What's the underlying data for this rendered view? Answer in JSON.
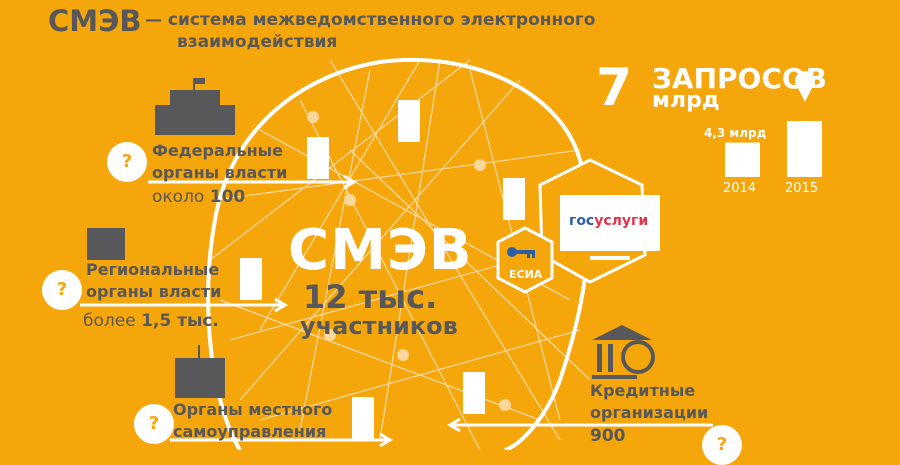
{
  "header": {
    "acronym": "СМЭВ",
    "line1": "— система межведомственного электронного",
    "line2": "взаимодействия"
  },
  "center": {
    "acronym": "СМЭВ",
    "participants_number": "12 тыс.",
    "participants_label": "участников"
  },
  "orgs": [
    {
      "label1": "Федеральные",
      "label2": "органы власти",
      "count_prefix": "около",
      "count": "100",
      "bubble": "?"
    },
    {
      "label1": "Региональные",
      "label2": "органы власти",
      "count_prefix": "более",
      "count": "1,5 тыс.",
      "bubble": "?"
    },
    {
      "label1": "Органы местного",
      "label2": "самоуправления",
      "bubble": "?"
    },
    {
      "label1": "Кредитные",
      "label2": "организации",
      "count": "900",
      "bubble": "?"
    }
  ],
  "services": {
    "esia": "ЕСИА",
    "gosuslugi_part1": "гос",
    "gosuslugi_part2": "услуги"
  },
  "stats": {
    "number": "7",
    "word": "ЗАПРОСОВ",
    "unit": "млрд",
    "bar_label": "4,3 млрд",
    "bars": [
      {
        "year": "2014",
        "value": 4.3
      },
      {
        "year": "2015",
        "value": 7
      }
    ]
  },
  "colors": {
    "background": "#F5A60B",
    "text": "#58585A",
    "white": "#FFFFFF",
    "gos_blue": "#2B5FA8",
    "gos_red": "#E0344B"
  }
}
